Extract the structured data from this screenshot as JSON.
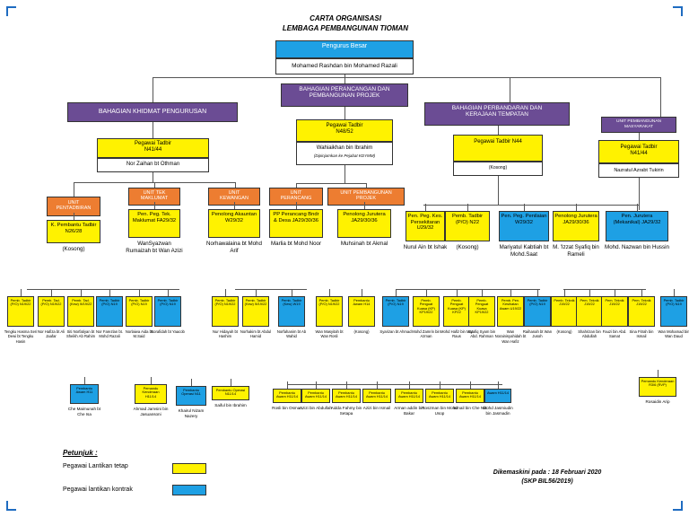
{
  "title": {
    "line1": "CARTA ORGANISASI",
    "line2": "LEMBAGA PEMBANGUNAN TIOMAN"
  },
  "top": {
    "post": "Pengurus Besar",
    "name": "Mohamed Rashdan bin Mohamed Razali"
  },
  "divisions": {
    "khidmat": "BAHAGIAN KHIDMAT PENGURUSAN",
    "perancangan": "BAHAGIAN PERANCANGAN DAN PEMBANGUNAN PROJEK",
    "perbandaran": "BAHAGIAN PERBANDARAN DAN KERAJAAN TEMPATAN",
    "upm": "UNIT PEMBANGUNAN MASYARAKAT"
  },
  "heads": {
    "khidmat": {
      "post": "Pegawai Tadbir N41/44",
      "name": "Nor Zaihan bt Othman"
    },
    "perancangan": {
      "post": "Pegawai Tadbir N48/52",
      "name": "Wahiaikhan bin Ibrahim",
      "note": "(Dipinjamkan ke Pejabat KDYMM)"
    },
    "perbandaran": {
      "post": "Pegawai Tadbir N44",
      "name": "(Kosong)"
    },
    "upm": {
      "post": "Pegawai Tadbir N41/44",
      "name": "Nazratul Azrabt Tukirin"
    }
  },
  "units": {
    "pentadbiran": "UNIT PENTADBIRAN",
    "teknologi": "UNIT TEK MAKLUMAT",
    "kewangan": "UNIT KEWANGAN",
    "perancang": "UNIT PERANCANG",
    "projek": "UNIT PEMBANGUNAN PROJEK"
  },
  "mid": [
    {
      "post": "K. Pembantu Tadbir N26/28",
      "name": "(Kosong)",
      "color": "yellow"
    },
    {
      "post": "Pen. Peg. Tek. Maklumat FA29/32",
      "name": "WanSyazwan Rumaizah bt Wan Azizi",
      "color": "yellow"
    },
    {
      "post": "Penolong Akauntan W29/32",
      "name": "Norhawalaina bt Mohd Arif",
      "color": "yellow"
    },
    {
      "post": "PP Perancang Bndr & Desa JA29/30/36",
      "name": "Marlia bt Mohd Noor",
      "color": "yellow"
    },
    {
      "post": "Penolong Jurutera JA29/30/36",
      "name": "Muhsinah bt Akmal",
      "color": "yellow"
    },
    {
      "post": "Pen. Peg. Kes. Persekitaran U29/32",
      "name": "Nurul Ain bt Ishak",
      "color": "yellow"
    },
    {
      "post": "Pemb. Tadbir (P/O) N22",
      "name": "(Kosong)",
      "color": "yellow"
    },
    {
      "post": "Pen. Peg. Penilaian W29/32",
      "name": "Mariyatul Kabtiah bt Mohd.Saat",
      "color": "blue"
    },
    {
      "post": "Penolong Jurutera JA29/30/36",
      "name": "M. 'Izzat Syafiq bin Rameli",
      "color": "yellow"
    },
    {
      "post": "Pen. Jurutera (Mekanikal) JA29/32",
      "name": "Mohd. Nazwan bin Hussin",
      "color": "blue"
    }
  ],
  "row3": [
    {
      "post": "Pemb. Tadbir (P/O) N19/22",
      "name": "Tengku Hasma Seri Dewi bt Tengku Hasin",
      "color": "yellow"
    },
    {
      "post": "Pemb. Tad. (P/O) N19/22",
      "name": "Nor Hafiza bt Ali Jaafar",
      "color": "yellow"
    },
    {
      "post": "Pemb. Tad. (Kew) W19/22",
      "name": "Siti Norfatiyan bt Sheikh Ab Rahim",
      "color": "yellow"
    },
    {
      "post": "Pemb. Tadbir (P/O) N19",
      "name": "Nor Farezlan bt. Mohd Razali",
      "color": "blue"
    },
    {
      "post": "Pemb. Tadbir (P/O) N19",
      "name": "Norlaiwa Aida bt M.Said",
      "color": "yellow"
    },
    {
      "post": "Pemb. Tadbir (P/O) N19",
      "name": "Norafidah bt Yaacob",
      "color": "blue"
    },
    {
      "post": "Pemb. Tadbir (P/O) N19/22",
      "name": "Nur Hidayah bt Hashim",
      "color": "yellow"
    },
    {
      "post": "Pemb. Tadbir (Kew) W19/22",
      "name": "Norhakim bt Abdul Hamid",
      "color": "yellow"
    },
    {
      "post": "Pemb. Tadbir (Kew) W19",
      "name": "Norfahanim bt Ab Wahid",
      "color": "blue"
    },
    {
      "post": "Pemb. Tadbir (P/O) N19/22",
      "name": "Wan Masyitah bt Wan Rosli",
      "color": "yellow"
    },
    {
      "post": "Pembantu Awam H14",
      "name": "(Kosong)",
      "color": "yellow"
    },
    {
      "post": "Pemb. Tadbir (P/O) N19",
      "name": "Syarizan bt Ahmad",
      "color": "blue"
    },
    {
      "post": "Pemb. Penguat Kuasa (KP) KP19/22",
      "name": "Mohd Zamrin bin Azman",
      "color": "yellow"
    },
    {
      "post": "Pemb. Penguat Kuasa (KP) KP22",
      "name": "Mohd Hafiz bin Mat Raus",
      "color": "yellow"
    },
    {
      "post": "Pemb. Penguat Kuasa KP19/22",
      "name": "Syafiq Syam bin Abd. Rahman",
      "color": "yellow"
    },
    {
      "post": "Pemb. Pen. Kesihatan Awam U19/22",
      "name": "Wan Norainisyahidah bt Wan Hafiz",
      "color": "yellow"
    },
    {
      "post": "Pemb. Tadbir (P/O) N19",
      "name": "Raihanah bt Wan Jusoh",
      "color": "blue"
    },
    {
      "post": "Pemb. Teknik J19/22",
      "name": "(Kosong)",
      "color": "yellow"
    },
    {
      "post": "Pem. Teknik J19/22",
      "name": "Shahrizan bin Abdullah",
      "color": "yellow"
    },
    {
      "post": "Pem. Teknik J19/22",
      "name": "Fauzi bin Abd. Samat",
      "color": "yellow"
    },
    {
      "post": "Pem. Teknik J19/22",
      "name": "Sina Fitrah bin Ismail",
      "color": "yellow"
    },
    {
      "post": "Pemb. Tadbir (P/O) N19",
      "name": "Wan Mohamad bin Wan Daud",
      "color": "blue"
    }
  ],
  "row4": [
    {
      "post": "Pembantu Awam H11",
      "name": "Che Maimunah bt Che Isa",
      "color": "blue"
    },
    {
      "post": "Pemandu Kenderaan H11/14",
      "name": "Ahmad Jamsini bin Jasuansoni",
      "color": "yellow"
    },
    {
      "post": "Pembantu Operasi N11",
      "name": "Khairul Nizam Nazery",
      "color": "blue"
    },
    {
      "post": "Pembantu Operasi N11/14",
      "name": "Saiful bin Ibrahim",
      "color": "yellow"
    },
    {
      "post": "Pembantu Awam H11/14",
      "name": "Rosli bin Osman",
      "color": "yellow"
    },
    {
      "post": "Pembantu Awam H11/14",
      "name": "Azizi bin Abdullah",
      "color": "yellow"
    },
    {
      "post": "Pembantu Awam H11/14",
      "name": "Aidda Fahmy bin Setapa",
      "color": "yellow"
    },
    {
      "post": "Pembantu Awam H11/14",
      "name": "Azizi bin Ismail",
      "color": "yellow"
    },
    {
      "post": "Pembantu Awam H11/14",
      "name": "Arman addin bin Bakar",
      "color": "yellow"
    },
    {
      "post": "Pembantu Awam H11/14",
      "name": "Roszman bin Mohd Usop",
      "color": "yellow"
    },
    {
      "post": "Pembantu Awam H11/14",
      "name": "Ismail bin Che Nik",
      "color": "yellow"
    },
    {
      "post": "Awam H11/14",
      "name": "Mohd Jasmiudin bin Jasmadin",
      "color": "blue"
    },
    {
      "post": "Pemandu Kenderaan R3/6 (RVP)",
      "name": "Rosaidin Arip",
      "color": "yellow"
    }
  ],
  "legend": {
    "title": "Petunjuk :",
    "permanent": "Pegawai Lantikan tetap",
    "contract": "Pegawai lantikan kontrak",
    "permanent_color": "#fff200",
    "contract_color": "#1ea0e4"
  },
  "footer": {
    "line1": "Dikemaskini pada : 18 Februari 2020",
    "line2": "(SKP BIL56/2019)"
  }
}
